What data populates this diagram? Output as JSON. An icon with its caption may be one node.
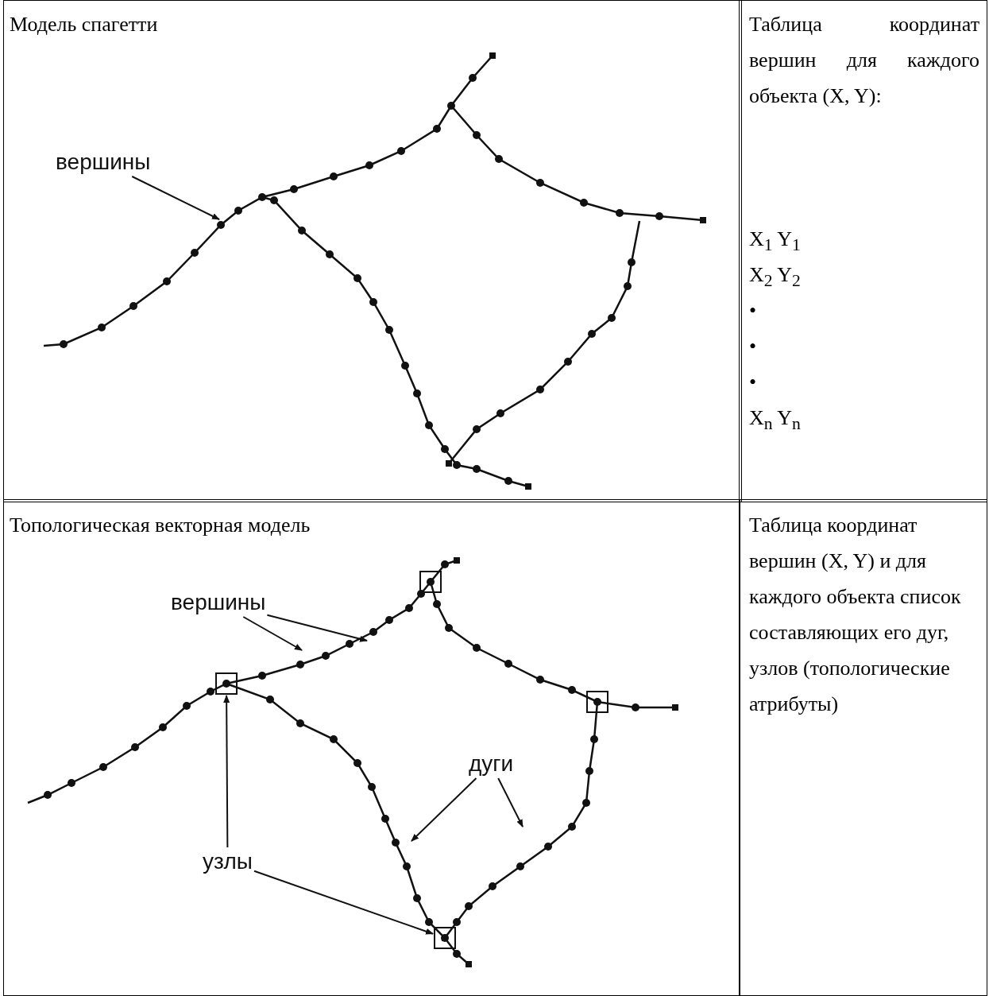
{
  "diagram": {
    "nodes": [
      {
        "text": [
          "вершины"
        ]
      },
      {
        "text": [
          "вершины"
        ]
      },
      {
        "text": [
          "дуги"
        ]
      },
      {
        "text": [
          "узлы"
        ]
      },
      {
        "text": [],
        "shape": "box"
      },
      {
        "text": [],
        "shape": "box"
      },
      {
        "text": [],
        "shape": "box"
      },
      {
        "text": [],
        "shape": "box"
      }
    ],
    "edges": [
      {
        "from": 0,
        "to": null,
        "arrow": "to"
      },
      {
        "from": 1,
        "to": null,
        "arrow": "to"
      },
      {
        "from": 1,
        "to": null,
        "arrow": "to"
      },
      {
        "from": 2,
        "to": null,
        "arrow": "to"
      },
      {
        "from": 2,
        "to": null,
        "arrow": "to"
      },
      {
        "from": 3,
        "to": 5,
        "arrow": "to"
      },
      {
        "from": 3,
        "to": 7,
        "arrow": "to"
      }
    ],
    "labels": [
      "Модель спагетти",
      "Таблица координат вершин для каждого объекта (X, Y):",
      "X$_{1}$ Y$_{1}$",
      "X$_{2}$ Y$_{2}$",
      "•",
      "•",
      "•",
      "X$_{n}$ Y$_{n}$",
      "Топологическая векторная модель",
      "Таблица координат вершин (X, Y) и для каждого объекта список составляющих его дуг, узлов (топологические атрибуты)"
    ]
  }
}
